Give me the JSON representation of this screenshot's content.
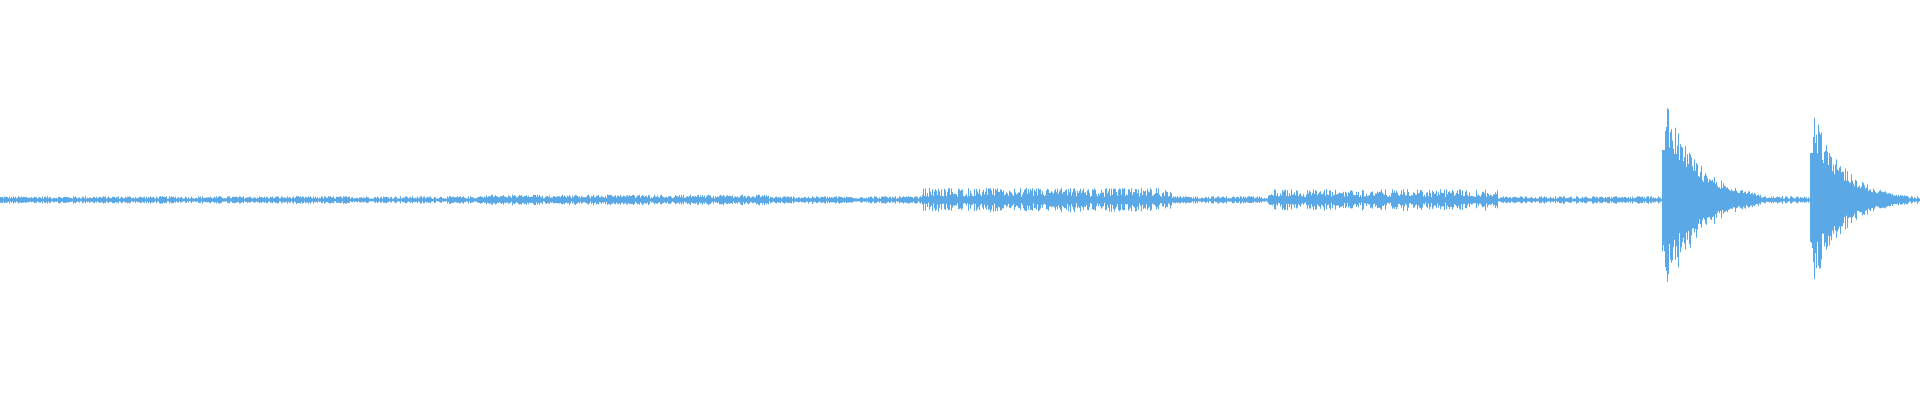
{
  "waveform": {
    "color": "#5aa9e6",
    "background": "#ffffff",
    "baseline_amplitude": 0.015,
    "peaks": [
      {
        "position": 0.867,
        "amplitude": 0.5,
        "decay": 0.018
      },
      {
        "position": 0.944,
        "amplitude": 0.47,
        "decay": 0.016
      }
    ],
    "activity_regions": [
      {
        "start": 0.48,
        "end": 0.61,
        "amplitude": 0.045
      },
      {
        "start": 0.66,
        "end": 0.78,
        "amplitude": 0.04
      },
      {
        "start": 0.25,
        "end": 0.4,
        "amplitude": 0.02
      }
    ],
    "minor_spikes": [
      {
        "position": 0.599,
        "amplitude": 0.06
      },
      {
        "position": 0.258,
        "amplitude": 0.025
      }
    ]
  }
}
